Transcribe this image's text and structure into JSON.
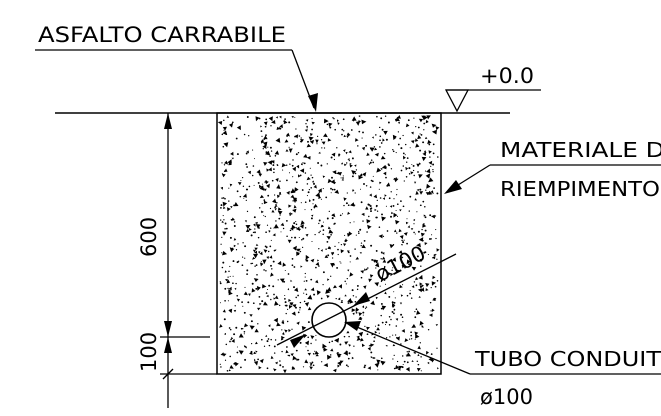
{
  "labels": {
    "road_surface": "ASFALTO CARRABILE",
    "level": "+0.0",
    "fill_line1": "MATERIALE DI",
    "fill_line2": "RIEMPIMENTO",
    "pipe_line1": "TUBO CONDUIT",
    "pipe_line2": "ø100",
    "pipe_diameter": "ø100",
    "depth_upper": "600",
    "depth_lower": "100"
  },
  "colors": {
    "line": "#000000",
    "background": "#ffffff"
  }
}
